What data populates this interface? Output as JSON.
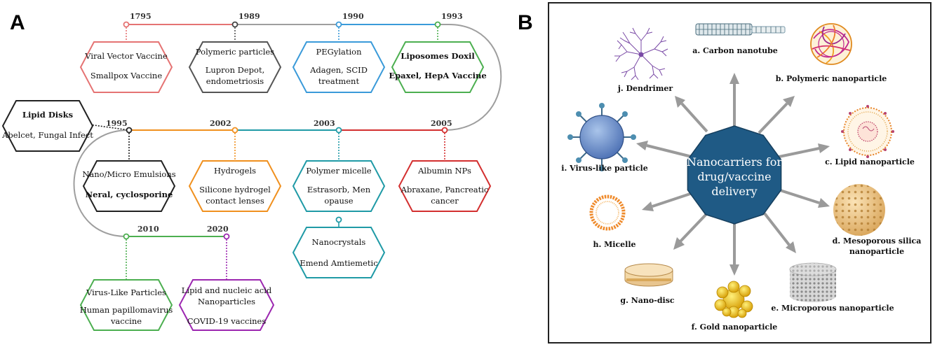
{
  "panel_a": {
    "label": "A",
    "milestones": [
      {
        "year": "1795",
        "lines": [
          "Viral Vector Vaccine",
          "Smallpox Vaccine"
        ],
        "color": "#e57373"
      },
      {
        "year": "1989",
        "lines": [
          "Polymeric particles",
          "Lupron Depot,",
          "endometriosis"
        ],
        "color": "#555555"
      },
      {
        "year": "1990",
        "lines": [
          "PEGylation",
          "Adagen, SCID",
          "treatment"
        ],
        "color": "#3a9ad9"
      },
      {
        "year": "1993",
        "lines": [
          "Liposomes Doxil",
          "Epaxel, HepA Vaccine"
        ],
        "color": "#4caf50"
      },
      {
        "year": "1995",
        "lines": [
          "Nano/Micro Emulsions",
          "Neral, cyclosporine"
        ],
        "color": "#222222"
      },
      {
        "lines": [
          "Lipid Disks",
          "Abelcet, Fungal Infect"
        ],
        "color": "#222222"
      },
      {
        "year": "2002",
        "lines": [
          "Hydrogels",
          "Silicone hydrogel",
          "contact lenses"
        ],
        "color": "#f0901e"
      },
      {
        "year": "2003",
        "lines": [
          "Polymer micelle",
          "Estrasorb, Men",
          "opause"
        ],
        "color": "#1f9aa6"
      },
      {
        "lines": [
          "Nanocrystals",
          "Emend Amtiemetic"
        ],
        "color": "#1f9aa6"
      },
      {
        "year": "2005",
        "lines": [
          "Albumin NPs",
          "Abraxane, Pancreatic",
          "cancer"
        ],
        "color": "#d32f2f"
      },
      {
        "year": "2010",
        "lines": [
          "Virus-Like Particles",
          "Human papillomavirus",
          "vaccine"
        ],
        "color": "#4caf50"
      },
      {
        "year": "2020",
        "lines": [
          "Lipid and nucleic acid",
          "Nanoparticles",
          "COVID-19 vaccines"
        ],
        "color": "#9c27b0"
      }
    ]
  },
  "panel_b": {
    "label": "B",
    "center": [
      "Nanocarriers for",
      "drug/vaccine",
      "delivery"
    ],
    "carriers": [
      {
        "label": "a. Carbon nanotube",
        "icon": "carbon-nanotube-icon"
      },
      {
        "label": "b. Polymeric nanoparticle",
        "icon": "polymeric-nanoparticle-icon"
      },
      {
        "label": "c. Lipid nanoparticle",
        "icon": "lipid-nanoparticle-icon"
      },
      {
        "label": "d. Mesoporous silica",
        "label2": "nanoparticle",
        "icon": "mesoporous-silica-icon"
      },
      {
        "label": "e. Microporous nanoparticle",
        "icon": "microporous-nanoparticle-icon"
      },
      {
        "label": "f. Gold nanoparticle",
        "icon": "gold-nanoparticle-icon"
      },
      {
        "label": "g. Nano-disc",
        "icon": "nano-disc-icon"
      },
      {
        "label": "h. Micelle",
        "icon": "micelle-icon"
      },
      {
        "label": "i. Virus-like particle",
        "icon": "virus-like-particle-icon"
      },
      {
        "label": "j. Dendrimer",
        "icon": "dendrimer-icon"
      }
    ],
    "colors": {
      "center_fill": "#1f5a85",
      "arrow": "#9a9a9a"
    }
  }
}
